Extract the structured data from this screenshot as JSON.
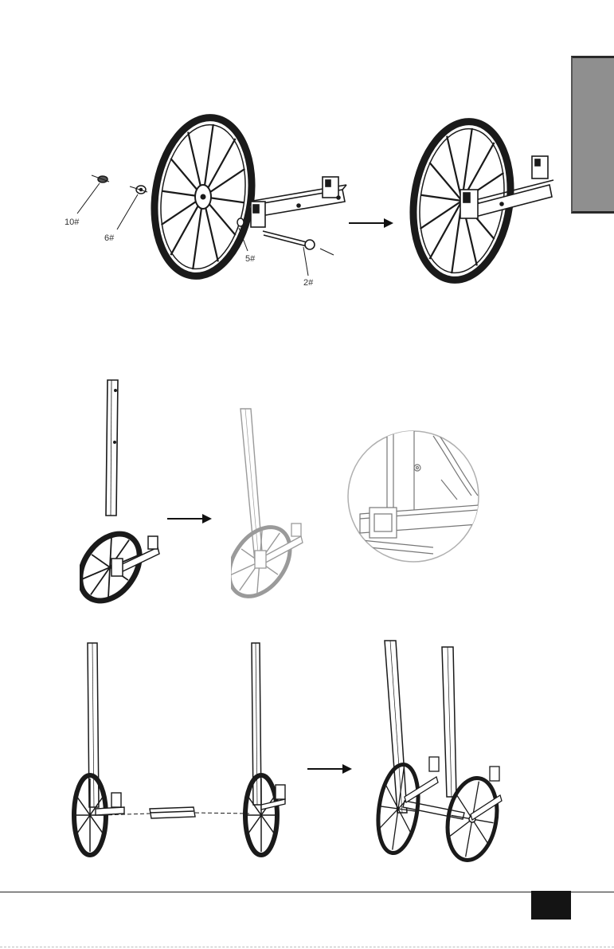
{
  "step1": {
    "labels": {
      "nut": "10#",
      "washer": "6#",
      "spacer": "5#",
      "bolt": "2#"
    }
  },
  "colors": {
    "ink": "#1a1a1a",
    "side_tab": "#8f8f8f",
    "page_box": "#141414"
  }
}
